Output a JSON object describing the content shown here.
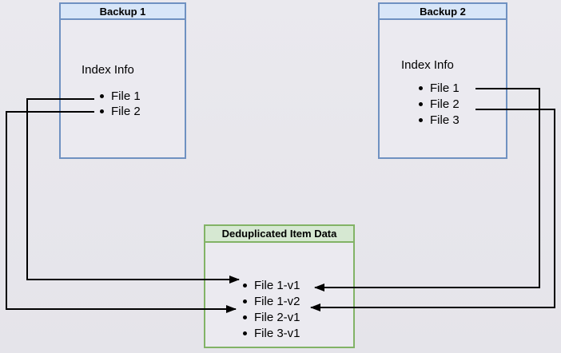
{
  "boxes": {
    "backup1": {
      "title": "Backup 1",
      "heading": "Index Info",
      "items": [
        "File 1",
        "File 2"
      ]
    },
    "backup2": {
      "title": "Backup 2",
      "heading": "Index Info",
      "items": [
        "File 1",
        "File 2",
        "File 3"
      ]
    },
    "dedup": {
      "title": "Deduplicated Item Data",
      "items": [
        "File 1-v1",
        "File 1-v2",
        "File 2-v1",
        "File 3-v1"
      ]
    }
  },
  "edges": [
    {
      "from": "Backup 1 / File 1",
      "to": "Deduplicated Item Data / File 1-v1"
    },
    {
      "from": "Backup 1 / File 2",
      "to": "Deduplicated Item Data / File 2-v1"
    },
    {
      "from": "Backup 2 / File 1",
      "to": "Deduplicated Item Data / File 1-v2"
    },
    {
      "from": "Backup 2 / File 2",
      "to": "Deduplicated Item Data / File 2-v1"
    }
  ],
  "colors": {
    "background": "#e7e6ec",
    "box_fill": "#ebeaf0",
    "backup_header_fill": "#d8e6f8",
    "backup_border": "#6f91c1",
    "dedup_header_fill": "#d6e8d2",
    "dedup_border": "#82b366",
    "connector": "#000000",
    "text": "#000000"
  }
}
